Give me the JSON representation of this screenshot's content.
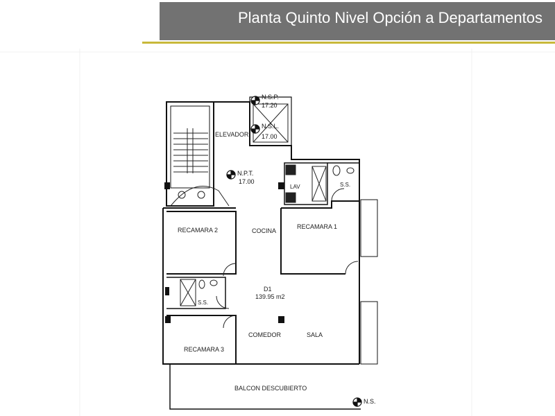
{
  "header": {
    "title": "Planta Quinto Nivel Opción a Departamentos"
  },
  "colors": {
    "header_bg": "#727272",
    "accent_rule": "#c8b83a",
    "walls": "#111111"
  },
  "rooms": {
    "recamara2": "RECAMARA 2",
    "cocina": "COCINA",
    "recamara1": "RECAMARA 1",
    "ss_top": "S.S.",
    "lav": "LAV",
    "elevador": "ELEVADOR",
    "d1": "D1",
    "d1_area": "139.95 m2",
    "ss_left": "S.S.",
    "comedor": "COMEDOR",
    "sala": "SALA",
    "recamara3": "RECAMARA 3",
    "balcon": "BALCON DESCUBIERTO"
  },
  "levels": {
    "nsp_label": "N.S.P.",
    "nsp_value": "17.20",
    "nsl_label": "N.S.L.",
    "nsl_value": "17.00",
    "npt_label": "N.P.T.",
    "npt_value": "17.00",
    "ns_label": "N.S."
  }
}
